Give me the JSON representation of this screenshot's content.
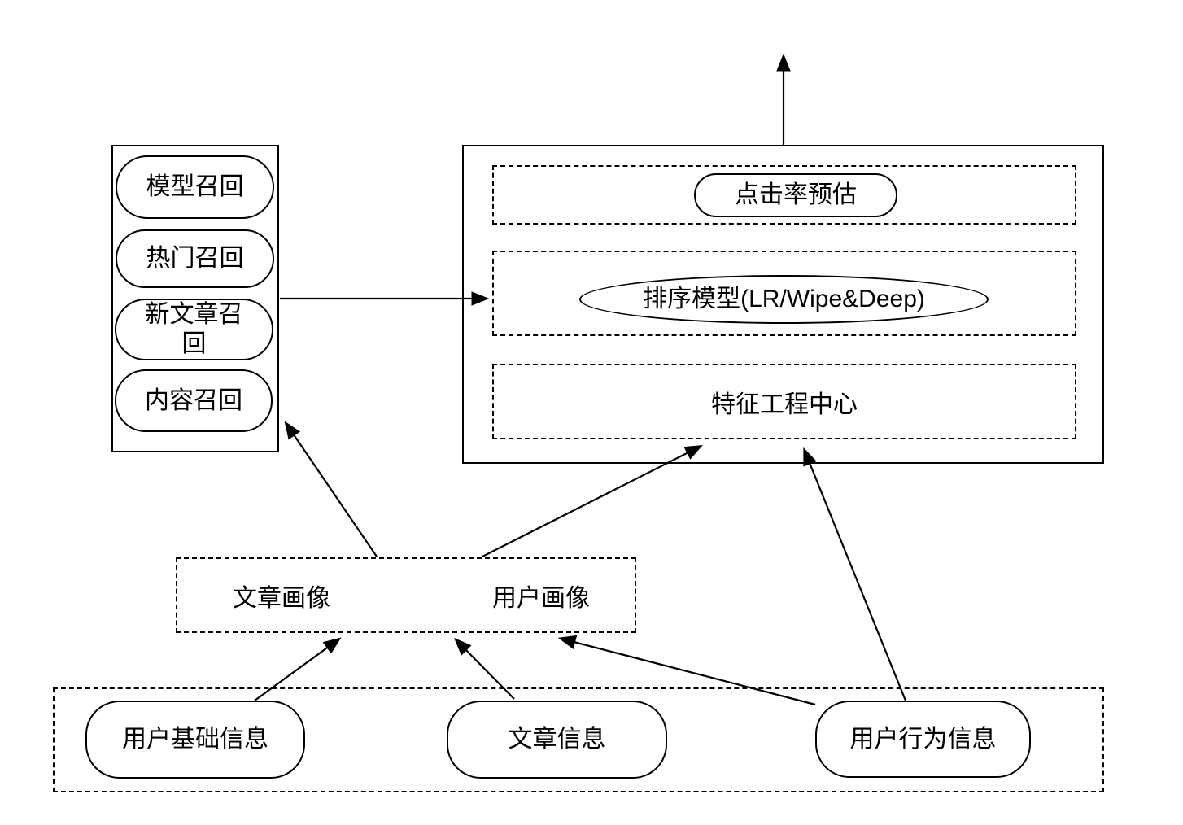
{
  "diagram": {
    "recall_panel": {
      "items": [
        {
          "id": "model-recall",
          "label": "模型召回"
        },
        {
          "id": "hot-recall",
          "label": "热门召回"
        },
        {
          "id": "new-article-recall",
          "label": "新文章召回"
        },
        {
          "id": "content-recall",
          "label": "内容召回"
        }
      ]
    },
    "ranking_panel": {
      "ctr": "点击率预估",
      "ranking_model": "排序模型(LR/Wipe&Deep)",
      "feature_center": "特征工程中心"
    },
    "profile_panel": {
      "article_profile": "文章画像",
      "user_profile": "用户画像"
    },
    "source_panel": {
      "items": [
        {
          "id": "user-basic-info",
          "label": "用户基础信息"
        },
        {
          "id": "article-info",
          "label": "文章信息"
        },
        {
          "id": "user-behavior-info",
          "label": "用户行为信息"
        }
      ]
    },
    "edges": [
      {
        "from": "ranking-panel",
        "to": "output"
      },
      {
        "from": "recall-panel",
        "to": "ranking-model"
      },
      {
        "from": "profile-panel",
        "to": "recall-panel"
      },
      {
        "from": "profile-panel",
        "to": "feature-center"
      },
      {
        "from": "user-behavior-info",
        "to": "feature-center"
      },
      {
        "from": "user-basic-info",
        "to": "profile-panel"
      },
      {
        "from": "article-info",
        "to": "profile-panel"
      },
      {
        "from": "user-behavior-info",
        "to": "profile-panel"
      }
    ],
    "colors": {
      "stroke": "#000000",
      "canvas": "#ffffff"
    }
  }
}
